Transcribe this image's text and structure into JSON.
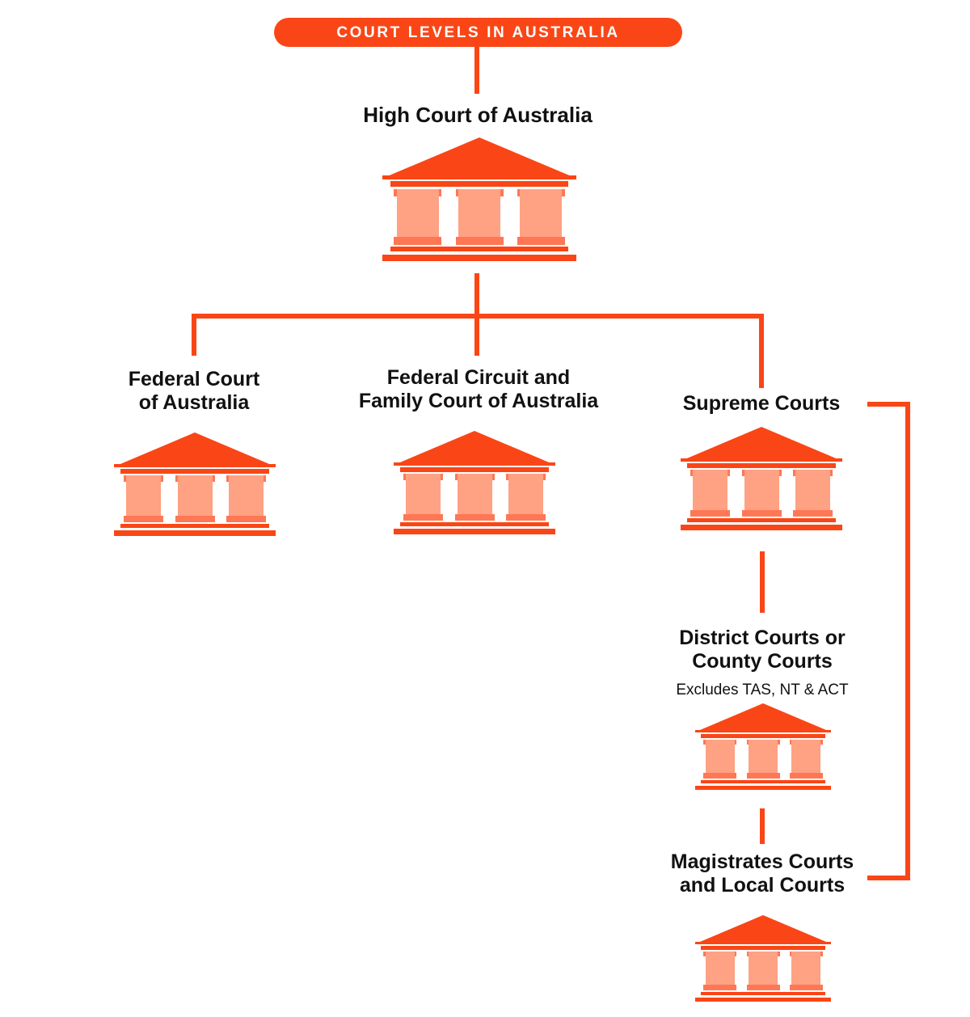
{
  "banner": {
    "title": "COURT LEVELS IN AUSTRALIA",
    "background_color": "#FA4616",
    "text_color": "#FFFFFF"
  },
  "theme": {
    "connector_color": "#FA4616",
    "icon_roof_color": "#FA4616",
    "icon_column_color": "#FFA183",
    "icon_cap_color": "#FF7755",
    "label_color": "#111111",
    "page_background": "#FFFFFF"
  },
  "nodes": {
    "high_court": {
      "label": "High Court of Australia",
      "icon": "court-building-icon"
    },
    "federal_court": {
      "label": "Federal Court\nof Australia",
      "icon": "court-building-icon"
    },
    "federal_circuit": {
      "label": "Federal Circuit and\nFamily Court of Australia",
      "icon": "court-building-icon"
    },
    "supreme_courts": {
      "label": "Supreme Courts",
      "icon": "court-building-icon"
    },
    "district_courts": {
      "label": "District Courts or\nCounty Courts",
      "note": "Excludes TAS, NT & ACT",
      "icon": "court-building-icon"
    },
    "magistrates_courts": {
      "label": "Magistrates Courts\nand Local Courts",
      "icon": "court-building-icon"
    }
  },
  "chart_data": {
    "type": "diagram",
    "title": "COURT LEVELS IN AUSTRALIA",
    "diagram_kind": "hierarchy-tree",
    "levels": [
      {
        "level": 1,
        "nodes": [
          "High Court of Australia"
        ]
      },
      {
        "level": 2,
        "nodes": [
          "Federal Court of Australia",
          "Federal Circuit and Family Court of Australia",
          "Supreme Courts"
        ]
      },
      {
        "level": 3,
        "nodes": [
          "District Courts or County Courts"
        ]
      },
      {
        "level": 4,
        "nodes": [
          "Magistrates Courts and Local Courts"
        ]
      }
    ],
    "edges": [
      {
        "from": "COURT LEVELS IN AUSTRALIA",
        "to": "High Court of Australia"
      },
      {
        "from": "High Court of Australia",
        "to": "Federal Court of Australia"
      },
      {
        "from": "High Court of Australia",
        "to": "Federal Circuit and Family Court of Australia"
      },
      {
        "from": "High Court of Australia",
        "to": "Supreme Courts"
      },
      {
        "from": "Supreme Courts",
        "to": "District Courts or County Courts"
      },
      {
        "from": "District Courts or County Courts",
        "to": "Magistrates Courts and Local Courts"
      },
      {
        "from": "Supreme Courts",
        "to": "Magistrates Courts and Local Courts",
        "style": "right-bracket-bypass"
      }
    ],
    "annotations": [
      {
        "attached_to": "District Courts or County Courts",
        "text": "Excludes TAS, NT & ACT"
      }
    ]
  }
}
